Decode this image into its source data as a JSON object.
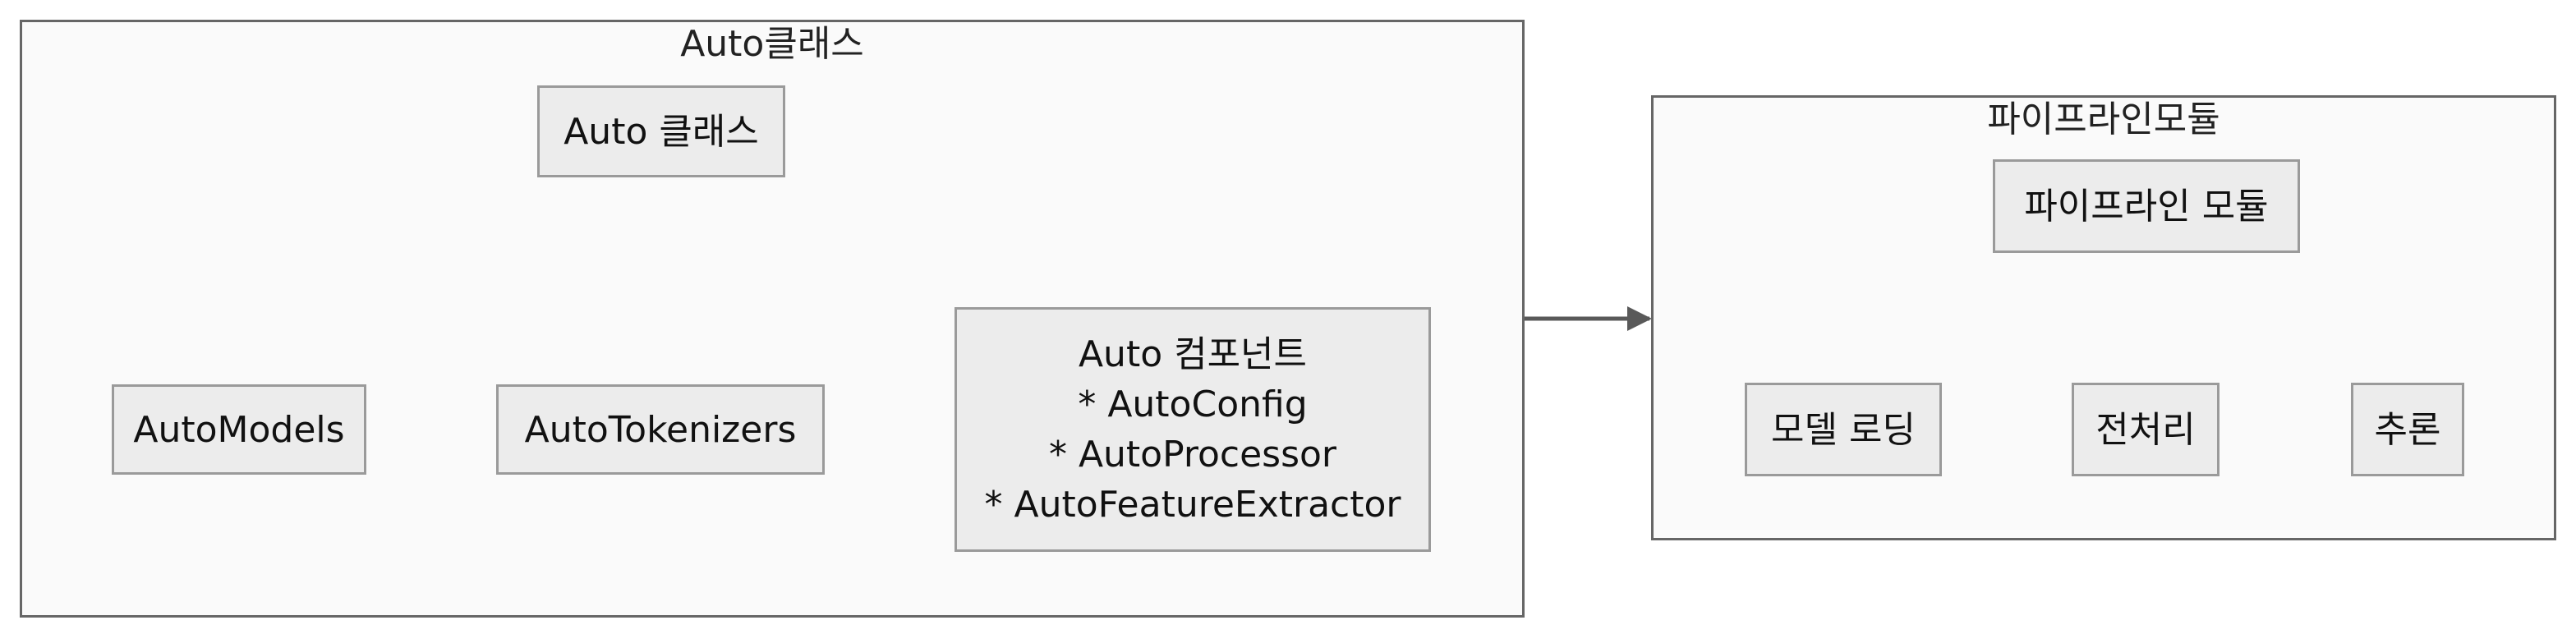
{
  "clusters": {
    "auto": {
      "title": "Auto클래스"
    },
    "pipeline": {
      "title": "파이프라인모듈"
    }
  },
  "nodes": {
    "auto_class": {
      "label": "Auto 클래스"
    },
    "auto_models": {
      "label": "AutoModels"
    },
    "auto_tokenizers": {
      "label": "AutoTokenizers"
    },
    "auto_components": {
      "lines": [
        "Auto 컴포넌트",
        "* AutoConfig",
        "* AutoProcessor",
        "* AutoFeatureExtractor"
      ]
    },
    "pipeline_module": {
      "label": "파이프라인 모듈"
    },
    "model_loading": {
      "label": "모델 로딩"
    },
    "preprocessing": {
      "label": "전처리"
    },
    "inference": {
      "label": "추론"
    }
  },
  "colors": {
    "cluster_fill": "#fafafa",
    "cluster_border": "#666666",
    "node_fill": "#ececec",
    "node_border": "#9a9a9a",
    "edge": "#595959"
  }
}
